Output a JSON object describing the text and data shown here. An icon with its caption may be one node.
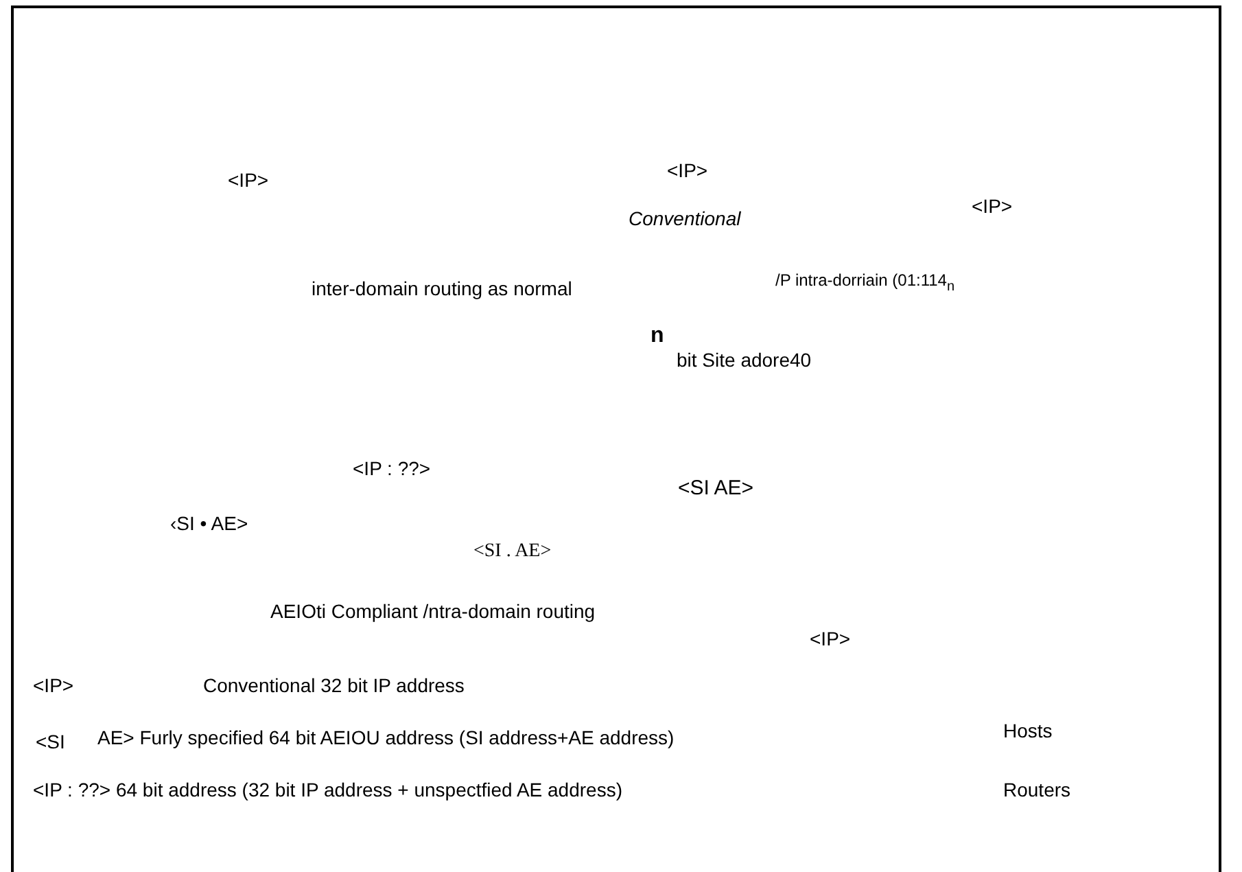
{
  "diagram": {
    "labels": [
      "<IP>",
      "<IP>",
      "<IP>",
      "Conventional",
      "inter-domain routing as normal",
      "/P intra-dorriain (01:114$_{n}$",
      "n",
      "bit Site adore40",
      "<IP : ??>",
      "<SI AE>",
      "‹SI • AE>",
      "<SI . AE>",
      "AEIOti Compliant /ntra-domain routing",
      "<IP>",
      "<IP>",
      "Conventional 32 bit IP address",
      "Hosts",
      "<SI",
      "AE> Furly specified 64 bit AEIOU address (SI address+AE address)",
      "<IP : ??> 64 bit address (32 bit IP address + unspectfied AE address)",
      "Routers"
    ]
  }
}
